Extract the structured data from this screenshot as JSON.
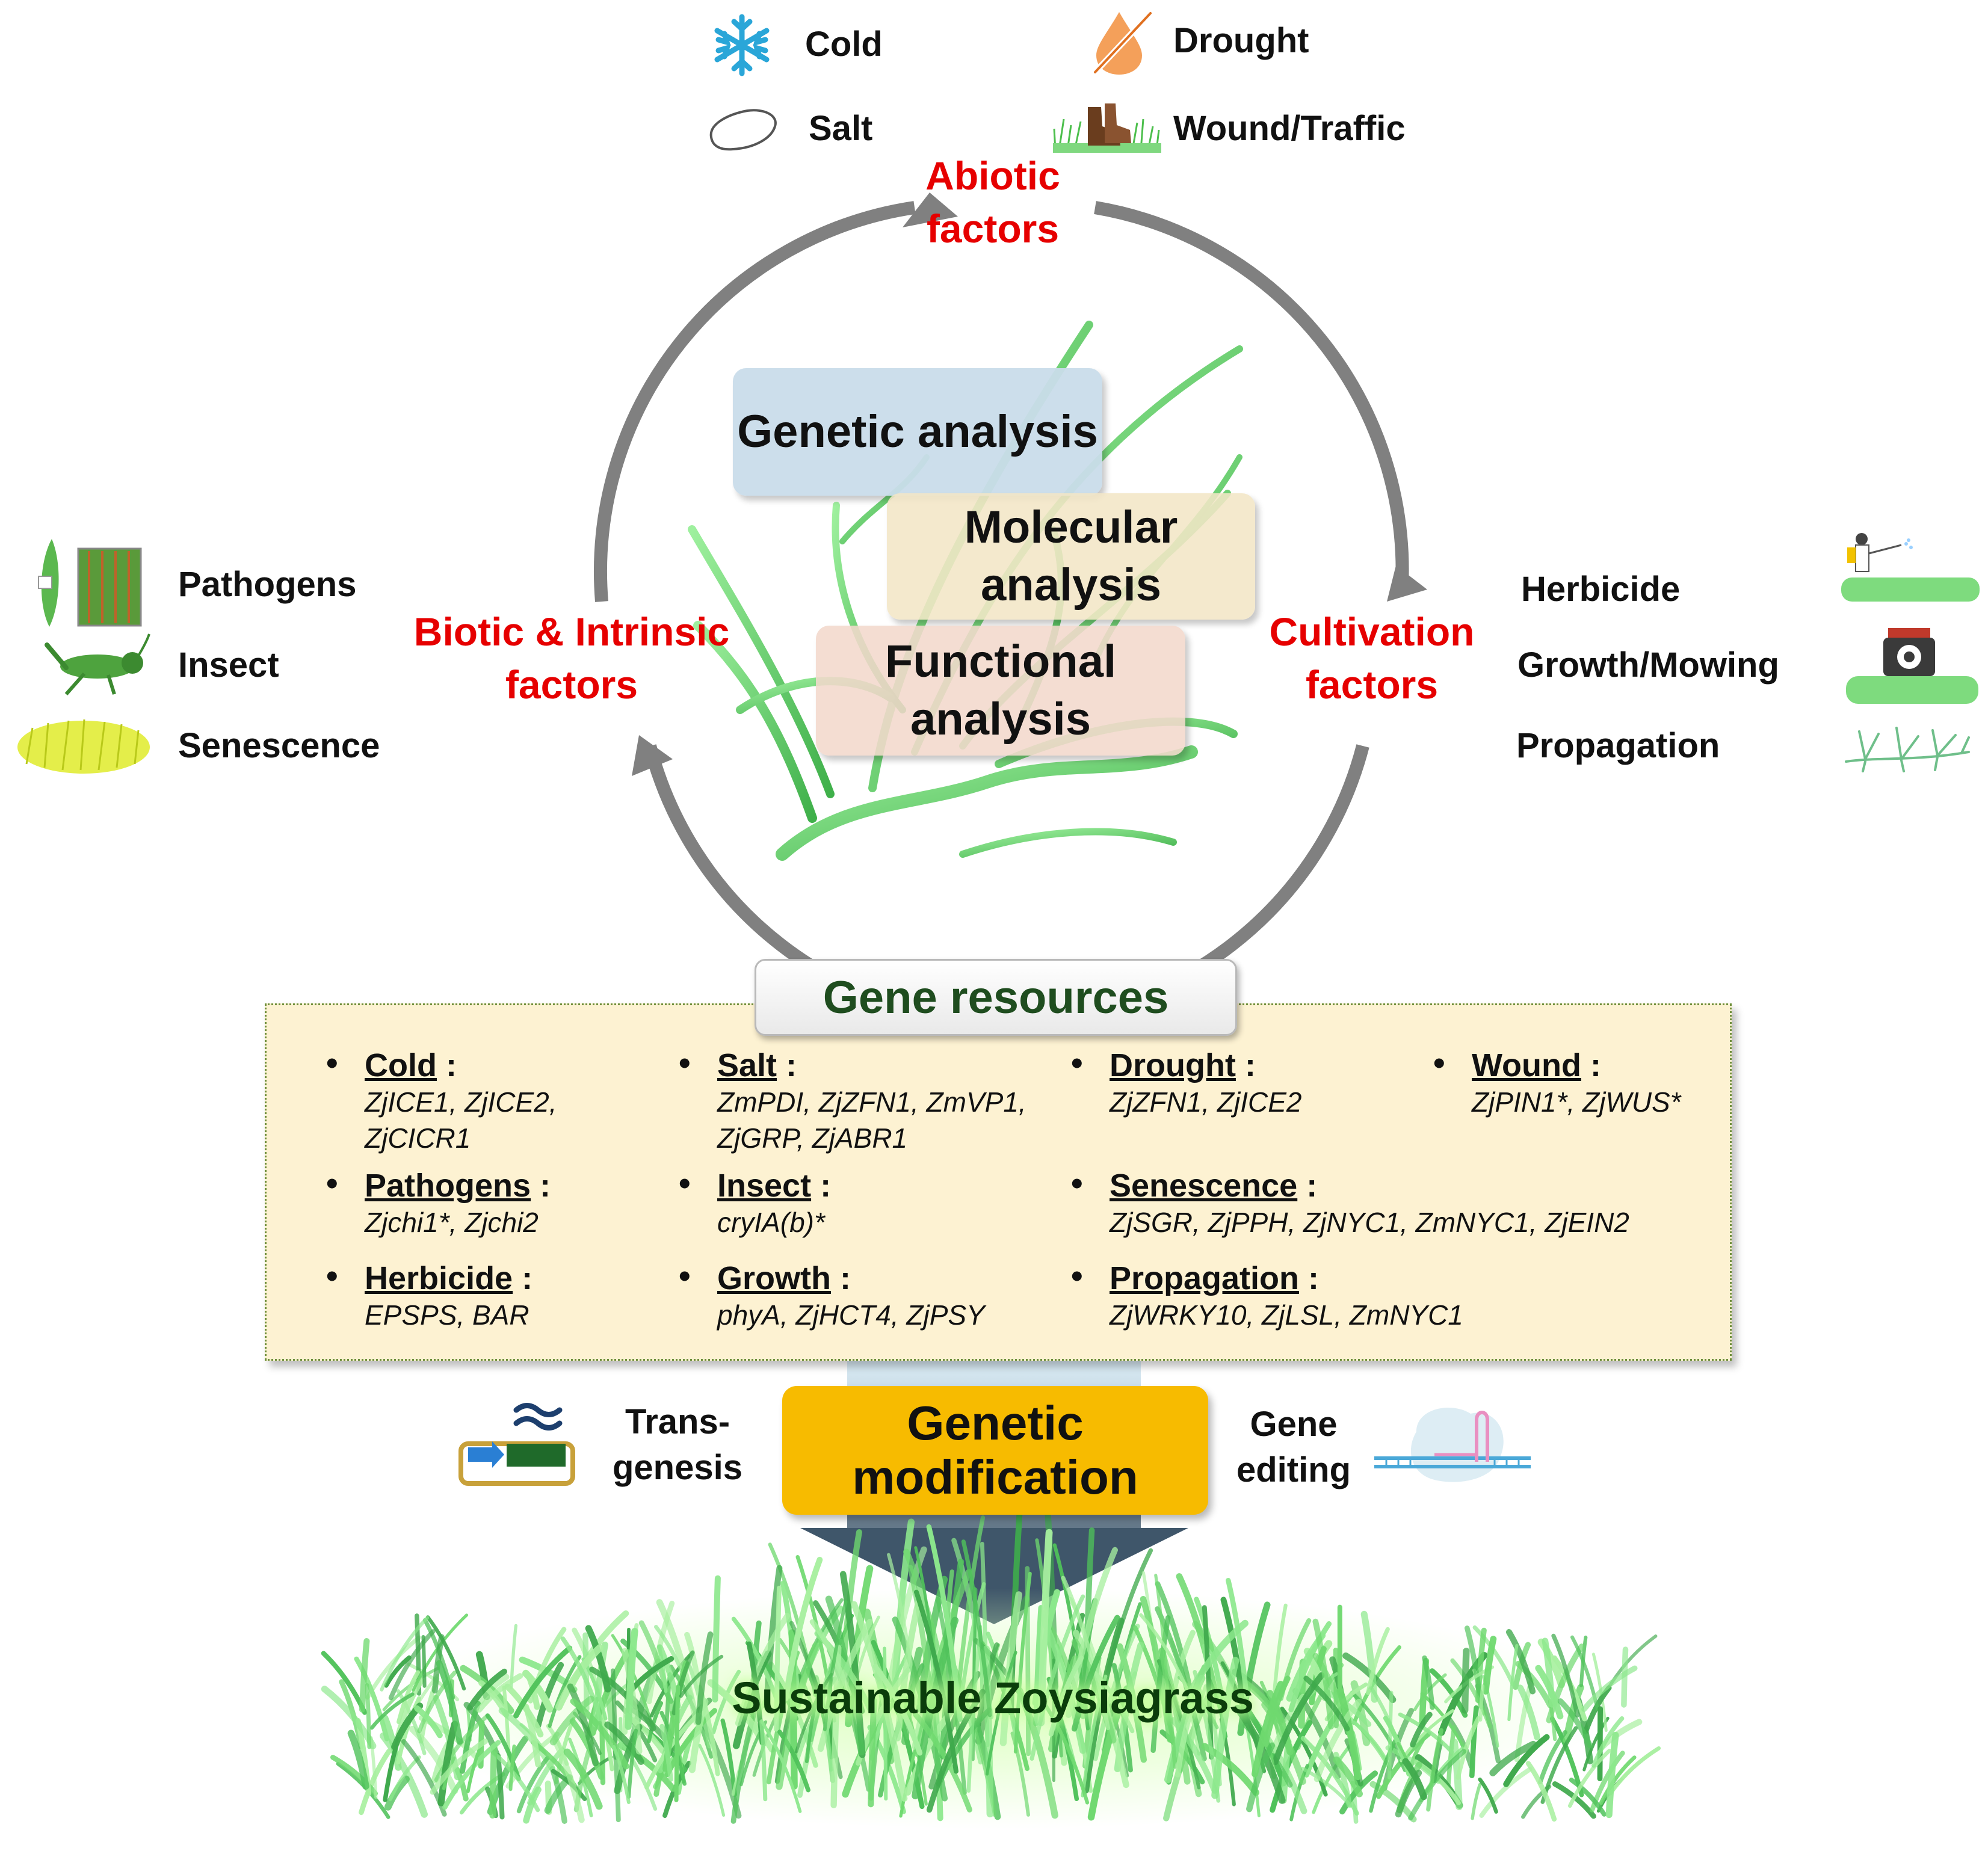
{
  "abiotic": {
    "title": "Abiotic factors",
    "stressors": [
      {
        "label": "Cold",
        "icon": "snowflake-icon"
      },
      {
        "label": "Drought",
        "icon": "water-drop-slash-icon"
      },
      {
        "label": "Salt",
        "icon": "salt-grain-icon"
      },
      {
        "label": "Wound/Traffic",
        "icon": "boot-on-grass-icon"
      }
    ]
  },
  "biotic": {
    "title": "Biotic & Intrinsic factors",
    "stressors": [
      {
        "label": "Pathogens",
        "icon": "diseased-leaf-icon"
      },
      {
        "label": "Insect",
        "icon": "grasshopper-icon"
      },
      {
        "label": "Senescence",
        "icon": "yellow-turf-icon"
      }
    ]
  },
  "cultivation": {
    "title": "Cultivation factors",
    "stressors": [
      {
        "label": "Herbicide",
        "icon": "sprayer-on-turf-icon"
      },
      {
        "label": "Growth/Mowing",
        "icon": "mower-on-turf-icon"
      },
      {
        "label": "Propagation",
        "icon": "stolon-icon"
      }
    ]
  },
  "analyses": [
    "Genetic analysis",
    "Molecular analysis",
    "Functional analysis"
  ],
  "gene_resources": {
    "title": "Gene resources",
    "categories": [
      {
        "name": "Cold",
        "sep": " :",
        "genes": "ZjICE1, ZjICE2, ZjCICR1"
      },
      {
        "name": "Salt",
        "sep": " :",
        "genes": "ZmPDI, ZjZFN1, ZmVP1, ZjGRP, ZjABR1"
      },
      {
        "name": "Drought",
        "sep": " :",
        "genes": "ZjZFN1, ZjICE2"
      },
      {
        "name": "Wound",
        "sep": " :",
        "genes": "ZjPIN1*, ZjWUS*"
      },
      {
        "name": "Pathogens",
        "sep": " :",
        "genes": "Zjchi1*, Zjchi2"
      },
      {
        "name": "Insect",
        "sep": " :",
        "genes": "cryIA(b)*"
      },
      {
        "name": "Senescence",
        "sep": " :",
        "genes": "ZjSGR, ZjPPH, ZjNYC1, ZmNYC1, ZjEIN2"
      },
      {
        "name": "Herbicide",
        "sep": " :",
        "genes": "EPSPS, BAR"
      },
      {
        "name": "Growth",
        "sep": " :",
        "genes": "phyA, ZjHCT4, ZjPSY"
      },
      {
        "name": "Propagation",
        "sep": " :",
        "genes": "ZjWRKY10, ZjLSL, ZmNYC1"
      }
    ]
  },
  "genetic_modification": {
    "title": "Genetic modification",
    "methods": [
      {
        "label": "Trans-genesis",
        "icon": "plasmid-construct-icon"
      },
      {
        "label": "Gene editing",
        "icon": "crispr-cas-icon"
      }
    ]
  },
  "outcome": "Sustainable Zoysiagrass",
  "colors": {
    "factor_text": "#e60000",
    "cycle_ring": "#808080",
    "genetic_box": "#c9dcea",
    "molecular_box": "#f3e6c6",
    "functional_box": "#f2d8cc",
    "gene_panel": "#fdf2d2",
    "gene_header_text": "#1f4d1f",
    "modification_box": "#f7bb00",
    "grass": "#5bcf5b"
  }
}
